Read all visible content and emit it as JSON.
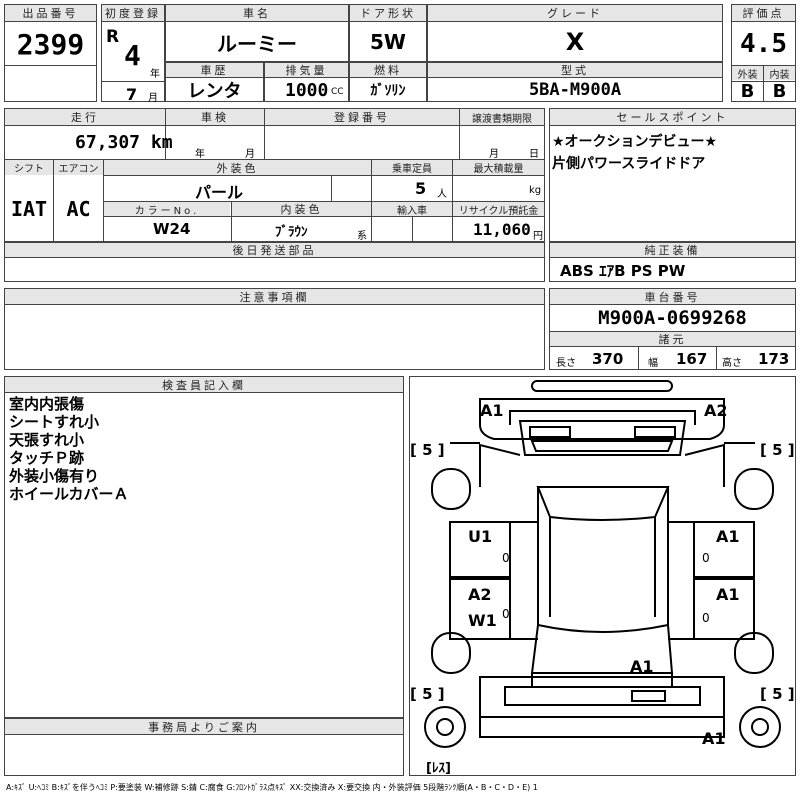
{
  "header": {
    "lot_no_label": "出品番号",
    "lot_no": "2399",
    "first_reg_label": "初度登録",
    "era": "R",
    "year_num": "4",
    "year_unit": "年",
    "month_num": "7",
    "month_unit": "月",
    "car_name_label": "車名",
    "car_name": "ルーミー",
    "door_label": "ドア形状",
    "door": "5W",
    "grade_label": "グレード",
    "grade": "X",
    "score_label": "評価点",
    "score": "4.5",
    "history_label": "車歴",
    "history": "レンタ",
    "displacement_label": "排気量",
    "displacement": "1000",
    "displacement_unit": "CC",
    "fuel_label": "燃料",
    "fuel": "ｶﾞｿﾘﾝ",
    "model_label": "型式",
    "model": "5BA-M900A",
    "ext_label": "外装",
    "ext": "B",
    "int_label": "内装",
    "int": "B"
  },
  "row2": {
    "mileage_label": "走行",
    "mileage": "67,307 km",
    "inspection_label": "車検",
    "inspection_year": "年",
    "inspection_month": "月",
    "reg_no_label": "登録番号",
    "transfer_label": "譲渡書類期限",
    "transfer_month": "月",
    "transfer_day": "日",
    "sales_point_label": "セールスポイント",
    "sales_points": [
      "★オークションデビュー★",
      "片側パワースライドドア"
    ],
    "shift_label": "シフト",
    "shift": "IAT",
    "ac_label": "エアコン",
    "ac": "AC",
    "color_label": "外装色",
    "color": "パール",
    "capacity_label": "乗車定員",
    "capacity": "5",
    "capacity_unit": "人",
    "max_load_label": "最大積載量",
    "max_load_unit": "kg",
    "color_no_label": "カラーNo.",
    "color_no": "W24",
    "int_color_label": "内装色",
    "int_color": "ﾌﾞﾗｳﾝ",
    "int_color_unit": "系",
    "import_label": "輸入車",
    "recycle_label": "リサイクル預託金",
    "recycle": "11,060",
    "recycle_unit": "円",
    "later_parts_label": "後日発送部品",
    "equipment_label": "純正装備",
    "equipment": "ABS ｴｱB PS PW",
    "caution_label": "注意事項欄",
    "chassis_label": "車台番号",
    "chassis": "M900A-0699268",
    "spec_label": "諸元",
    "length_label": "長さ",
    "length": "370",
    "width_label": "幅",
    "width": "167",
    "height_label": "高さ",
    "height": "173"
  },
  "inspector": {
    "label": "検査員記入欄",
    "notes": [
      "室内内張傷",
      "シートすれ小",
      "天張すれ小",
      "タッチＰ跡",
      "外装小傷有り",
      "ホイールカバーＡ"
    ]
  },
  "office": {
    "label": "事務局よりご案内"
  },
  "diagram": {
    "tire_fl": "[ 5 ]",
    "tire_fr": "[ 5 ]",
    "tire_rl": "[ 5 ]",
    "tire_rr": "[ 5 ]",
    "spare": "[ﾚｽ]",
    "a1_fl": "A1",
    "a2_fr": "A2",
    "u1": "U1",
    "zero_1": "0",
    "a1_rd": "A1",
    "zero_2": "0",
    "a2_lr": "A2",
    "w1_lr": "W1",
    "zero_3": "0",
    "a1_rr": "A1",
    "zero_4": "0",
    "a1_roof": "A1",
    "a1_rear": "A1"
  },
  "legend": "A:ｷｽﾞ U:ﾍｺﾐ B:ｷｽﾞを伴うﾍｺﾐ P:要塗装 W:補修跡 S:錆 C:腐食 G:ﾌﾛﾝﾄｶﾞﾗｽ点ｷｽﾞ XX:交換済み X:要交換 内・外装評価 5段階ﾗﾝｸ順(A・B・C・D・E) 1"
}
